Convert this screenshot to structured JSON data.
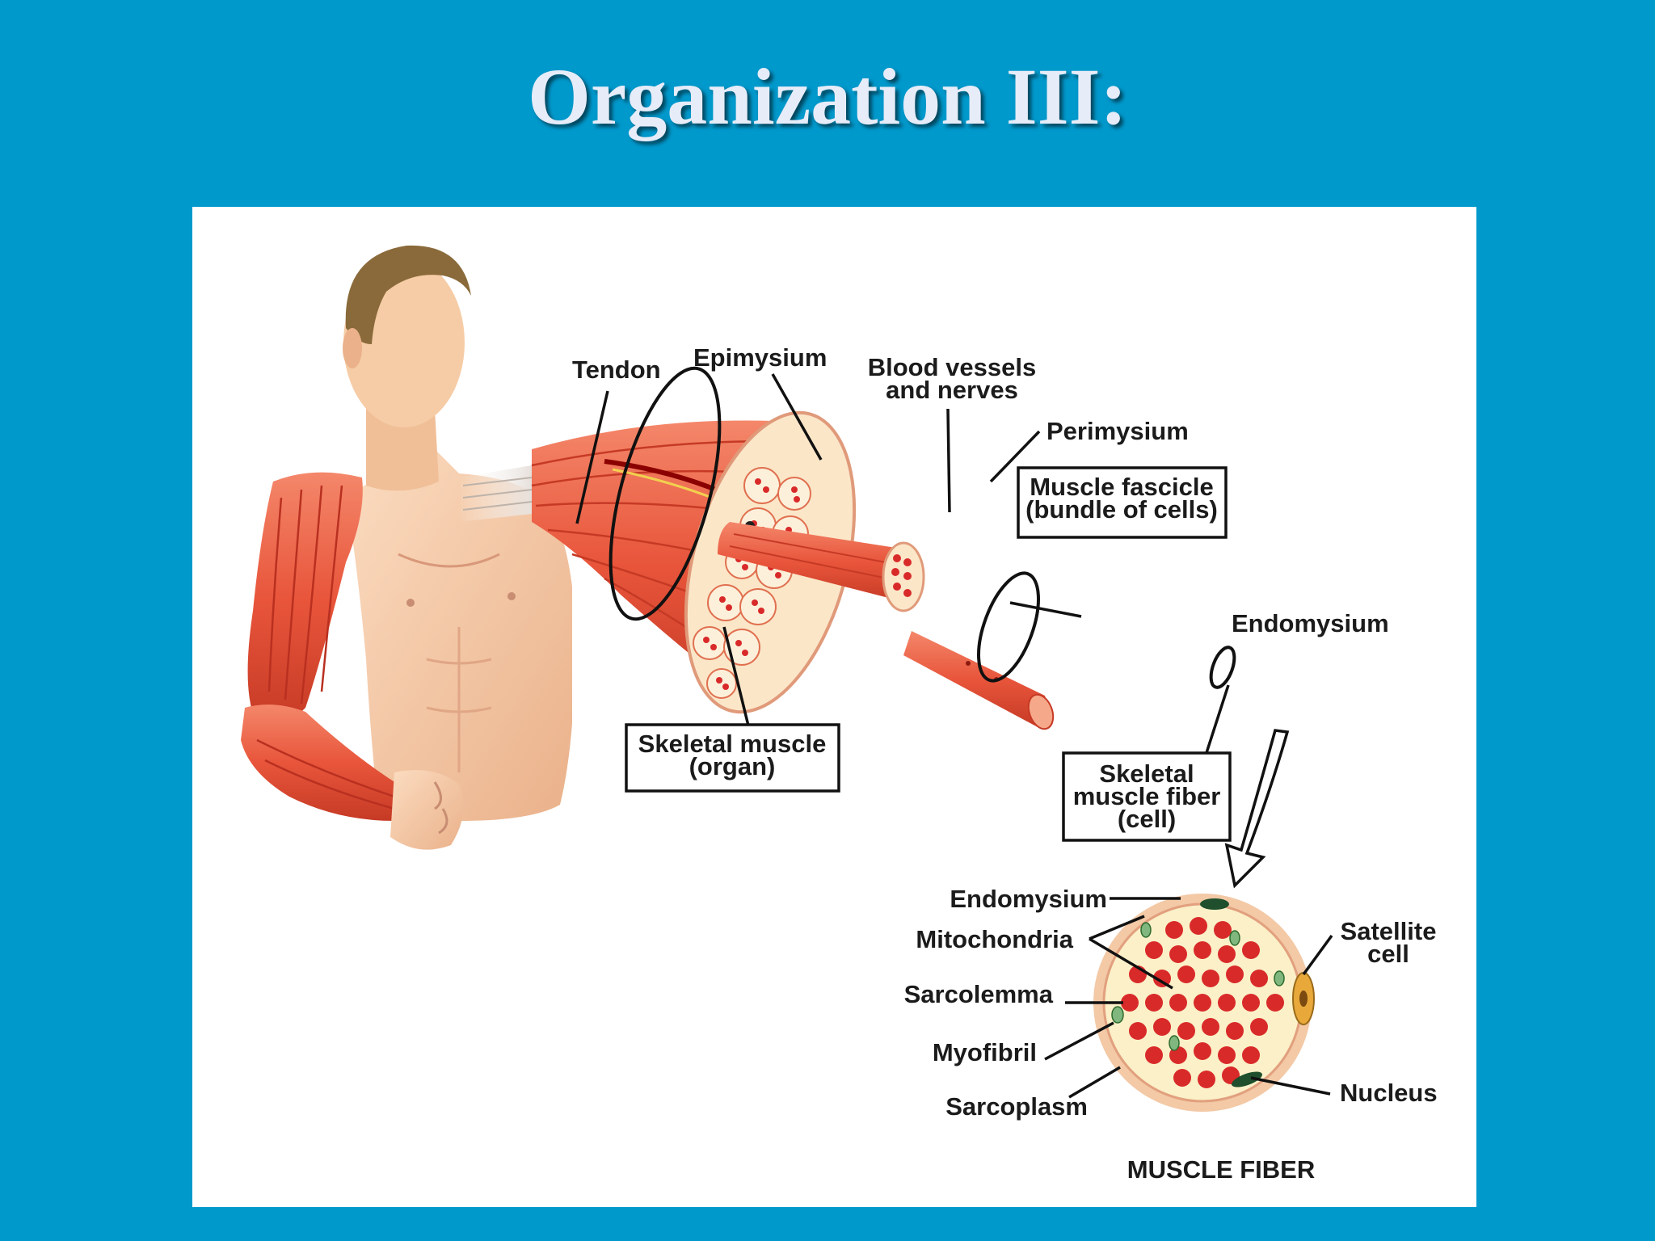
{
  "title": "Organization III:",
  "labels": {
    "tendon": "Tendon",
    "epimysium": "Epimysium",
    "blood_vessels_1": "Blood vessels",
    "blood_vessels_2": "and nerves",
    "perimysium": "Perimysium",
    "fascicle_1": "Muscle fascicle",
    "fascicle_2": "(bundle of cells)",
    "endomysium": "Endomysium",
    "skeletal_muscle_1": "Skeletal muscle",
    "skeletal_muscle_2": "(organ)",
    "fiber_1": "Skeletal",
    "fiber_2": "muscle fiber",
    "fiber_3": "(cell)",
    "endomysium_2": "Endomysium",
    "mitochondria": "Mitochondria",
    "sarcolemma": "Sarcolemma",
    "myofibril": "Myofibril",
    "sarcoplasm": "Sarcoplasm",
    "satellite_1": "Satellite",
    "satellite_2": "cell",
    "nucleus": "Nucleus",
    "muscle_fiber_caption": "MUSCLE FIBER"
  },
  "colors": {
    "background": "#0099cc",
    "muscle": "#e8553b",
    "muscle_dark": "#b93020",
    "skin": "#f5c9a3",
    "hair": "#8a6a3a",
    "myofibril": "#d92a2a",
    "sarcoplasm": "#fbf0c8"
  }
}
